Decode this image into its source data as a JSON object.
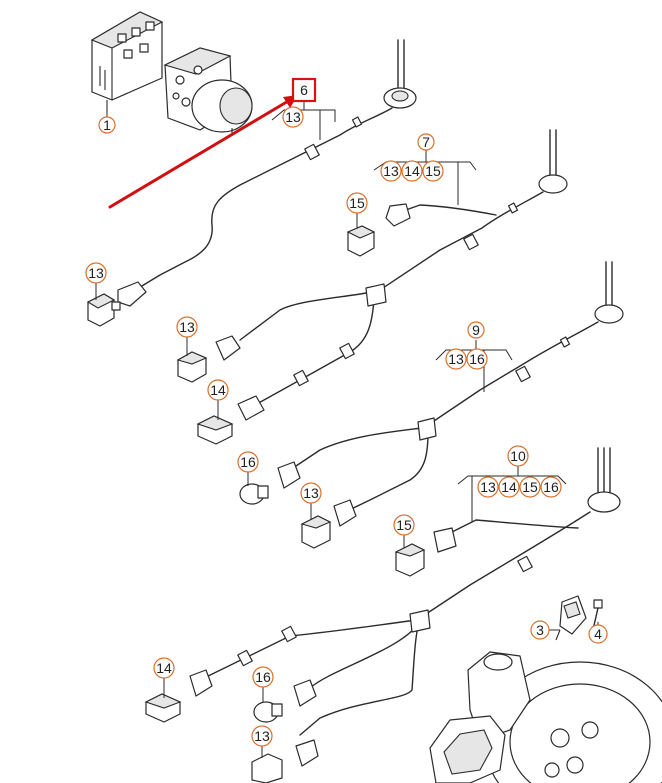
{
  "callouts": {
    "c1": "1",
    "c3": "3",
    "c4": "4",
    "c6": "6",
    "c6_13": "13",
    "c7": "7",
    "c7_13": "13",
    "c7_14": "14",
    "c7_15": "15",
    "c9": "9",
    "c9_13": "13",
    "c9_16": "16",
    "c10": "10",
    "c10_13": "13",
    "c10_14": "14",
    "c10_15": "15",
    "c10_16": "16",
    "s1_13": "13",
    "s2_15": "15",
    "s3_13": "13",
    "s4_14": "14",
    "s5_16": "16",
    "s6_13": "13",
    "s7_15": "15",
    "s8_14": "14",
    "s9_16": "16",
    "s10_13": "13"
  },
  "colors": {
    "callout_ring": "#d9702a",
    "highlight_box": "#e01010",
    "arrow": "#d01010",
    "line": "#2b2b2b"
  }
}
